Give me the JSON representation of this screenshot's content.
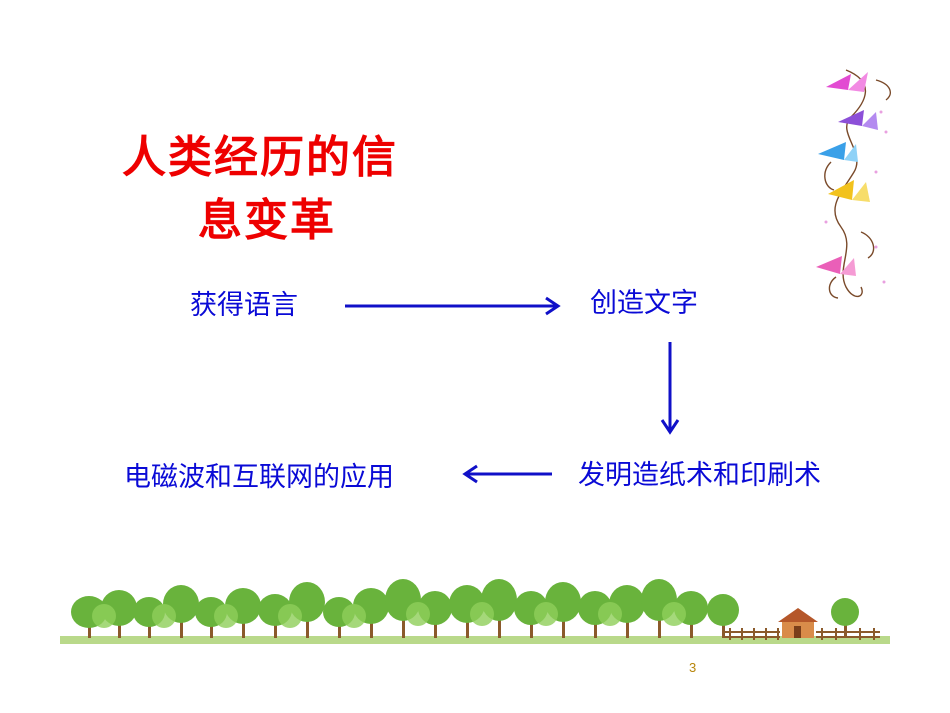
{
  "title": {
    "line1": "人类经历的信",
    "line2": "息变革"
  },
  "steps": [
    "获得语言",
    "创造文字",
    "发明造纸术和印刷术",
    "电磁波和互联网的应用"
  ],
  "page_number": "3",
  "colors": {
    "title": "#ee0000",
    "steps": "#0a0ad6",
    "arrows": "#1010c8",
    "page_number": "#b8860b"
  },
  "decorations": {
    "top_right": "butterfly-vine-icon",
    "bottom": "tree-line-scenery-icon"
  }
}
